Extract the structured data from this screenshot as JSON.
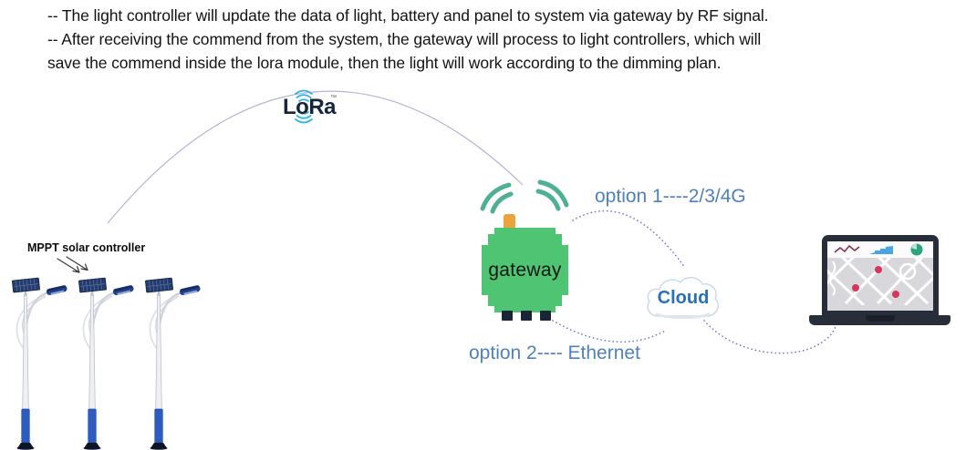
{
  "header": {
    "lines": [
      "-- The light controller will update the data of light, battery and panel to system via gateway by RF signal.",
      "-- After receiving the commend from the system, the gateway will process to light controllers, which will",
      "save the commend inside the lora module, then the light will work according to the dimming plan."
    ]
  },
  "lora_logo": {
    "brand": "LoRa",
    "trademark": "™"
  },
  "solar_lights": {
    "label": "MPPT solar controller",
    "count": 3
  },
  "gateway": {
    "label": "gateway"
  },
  "links": {
    "option1_label": "option 1----2/3/4G",
    "option2_label": "option 2---- Ethernet"
  },
  "cloud": {
    "label": "Cloud"
  },
  "icons": {
    "lora_waves": "lora-waves-icon",
    "rf_link": "rf-link-arc",
    "mppt_arrows": "mppt-arrow-icon",
    "street_light": "street-light-icon",
    "signal_waves": "signal-waves-icon",
    "antenna": "antenna-icon",
    "cloud": "cloud-icon",
    "laptop": "laptop-icon",
    "line_chart": "line-chart-icon",
    "area_chart": "area-chart-icon",
    "pie_chart": "pie-chart-icon",
    "map_markers": "map-marker-icon"
  },
  "colors": {
    "option_text_blue": "#4f81bd",
    "gateway_green": "#4fc573",
    "antenna_orange": "#eba33e",
    "signal_teal": "#4fb096",
    "lora_cyan": "#2fb2e6",
    "lora_navy": "#15263f",
    "cloud_text_blue": "#2b6fb8",
    "rf_arc_lavender": "#b6b1da",
    "dotted_link_purple": "#7477cf",
    "map_marker_red": "#d6355d",
    "pole_blue": "#2d5cc0",
    "laptop_dark": "#272d39"
  }
}
